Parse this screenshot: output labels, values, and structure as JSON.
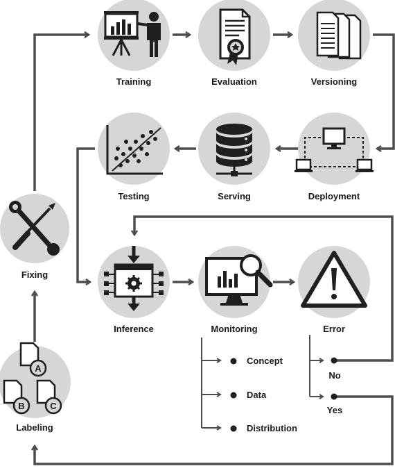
{
  "nodes": {
    "training": "Training",
    "evaluation": "Evaluation",
    "versioning": "Versioning",
    "testing": "Testing",
    "serving": "Serving",
    "deployment": "Deployment",
    "fixing": "Fixing",
    "inference": "Inference",
    "monitoring": "Monitoring",
    "error": "Error",
    "labeling": "Labeling"
  },
  "monitoring_items": [
    "Concept",
    "Data",
    "Distribution"
  ],
  "error_branches": {
    "no": "No",
    "yes": "Yes"
  },
  "labeling_badges": [
    "A",
    "B",
    "C"
  ],
  "colors": {
    "circle": "#d6d6d6",
    "arrow": "#4d4d4d",
    "icon": "#1f1f1f"
  }
}
